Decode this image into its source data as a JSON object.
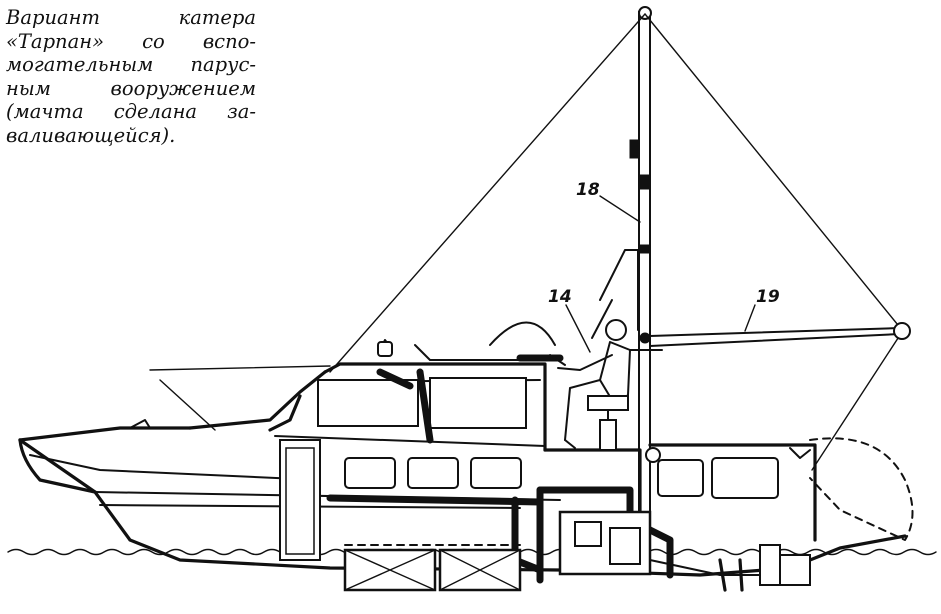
{
  "caption": {
    "lines": [
      "Вариант катера",
      "«Тарпан» со вспо-",
      "могательным парус-",
      "ным вооружением",
      "(мачта сделана за-",
      "валивающейся)."
    ]
  },
  "callouts": {
    "mast": "18",
    "steering": "14",
    "boom": "19"
  }
}
